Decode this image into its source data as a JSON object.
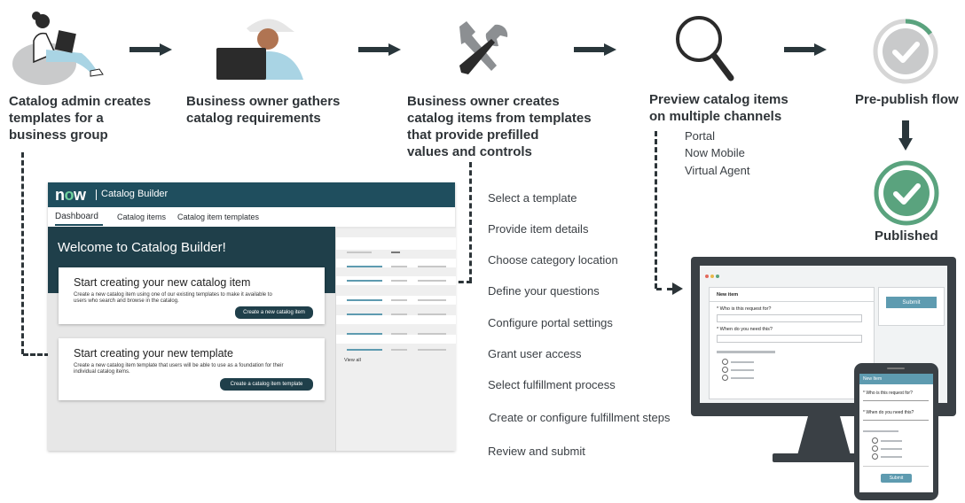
{
  "steps": [
    {
      "title": "Catalog admin creates\ntemplates for a\nbusiness group",
      "icon": "person-laptop-icon"
    },
    {
      "title": "Business owner gathers\ncatalog requirements",
      "icon": "person-computer-icon"
    },
    {
      "title": "Business owner creates\ncatalog items from templates\nthat provide prefilled\nvalues and controls",
      "icon": "tools-icon"
    },
    {
      "title": "Preview catalog items\non multiple channels",
      "icon": "magnifier-icon"
    },
    {
      "title": "Pre-publish flow",
      "icon": "checkmark-pending-icon"
    }
  ],
  "channels": [
    "Portal",
    "Now Mobile",
    "Virtual Agent"
  ],
  "published_label": "Published",
  "sub_steps": [
    "Select a template",
    "Provide item details",
    "Choose category location",
    "Define your questions",
    "Configure portal settings",
    "Grant user access",
    "Select fulfillment process",
    "Create or configure fulfillment steps",
    "Review and submit"
  ],
  "catalog_builder": {
    "logo": "now",
    "app_title": "Catalog Builder",
    "tabs": [
      "Dashboard",
      "Catalog items",
      "Catalog item templates"
    ],
    "welcome": "Welcome to Catalog Builder!",
    "card_item": {
      "title": "Start creating your new catalog item",
      "desc": "Create a new catalog item using one of our existing templates to make it available to users  who search and browse in the catalog.",
      "button": "Create a new catalog item"
    },
    "card_template": {
      "title": "Start creating your new template",
      "desc": "Create a new catalog item template that users will be able to use as a foundation for their individual catalog items.",
      "button": "Create a catalog item template"
    },
    "view_all": "View all"
  },
  "desktop_form": {
    "title": "New item",
    "q1": "* Who is this request for?",
    "q2": "* When do you need this?",
    "submit": "Submit"
  },
  "mobile_form": {
    "header": "New Item",
    "q1": "* Who is this request for?",
    "q2": "* When do you need this?",
    "submit": "Submit"
  },
  "colors": {
    "dark": "#29363b",
    "teal": "#1f4e5e",
    "green": "#5aa37e",
    "grey": "#c9cacb"
  }
}
